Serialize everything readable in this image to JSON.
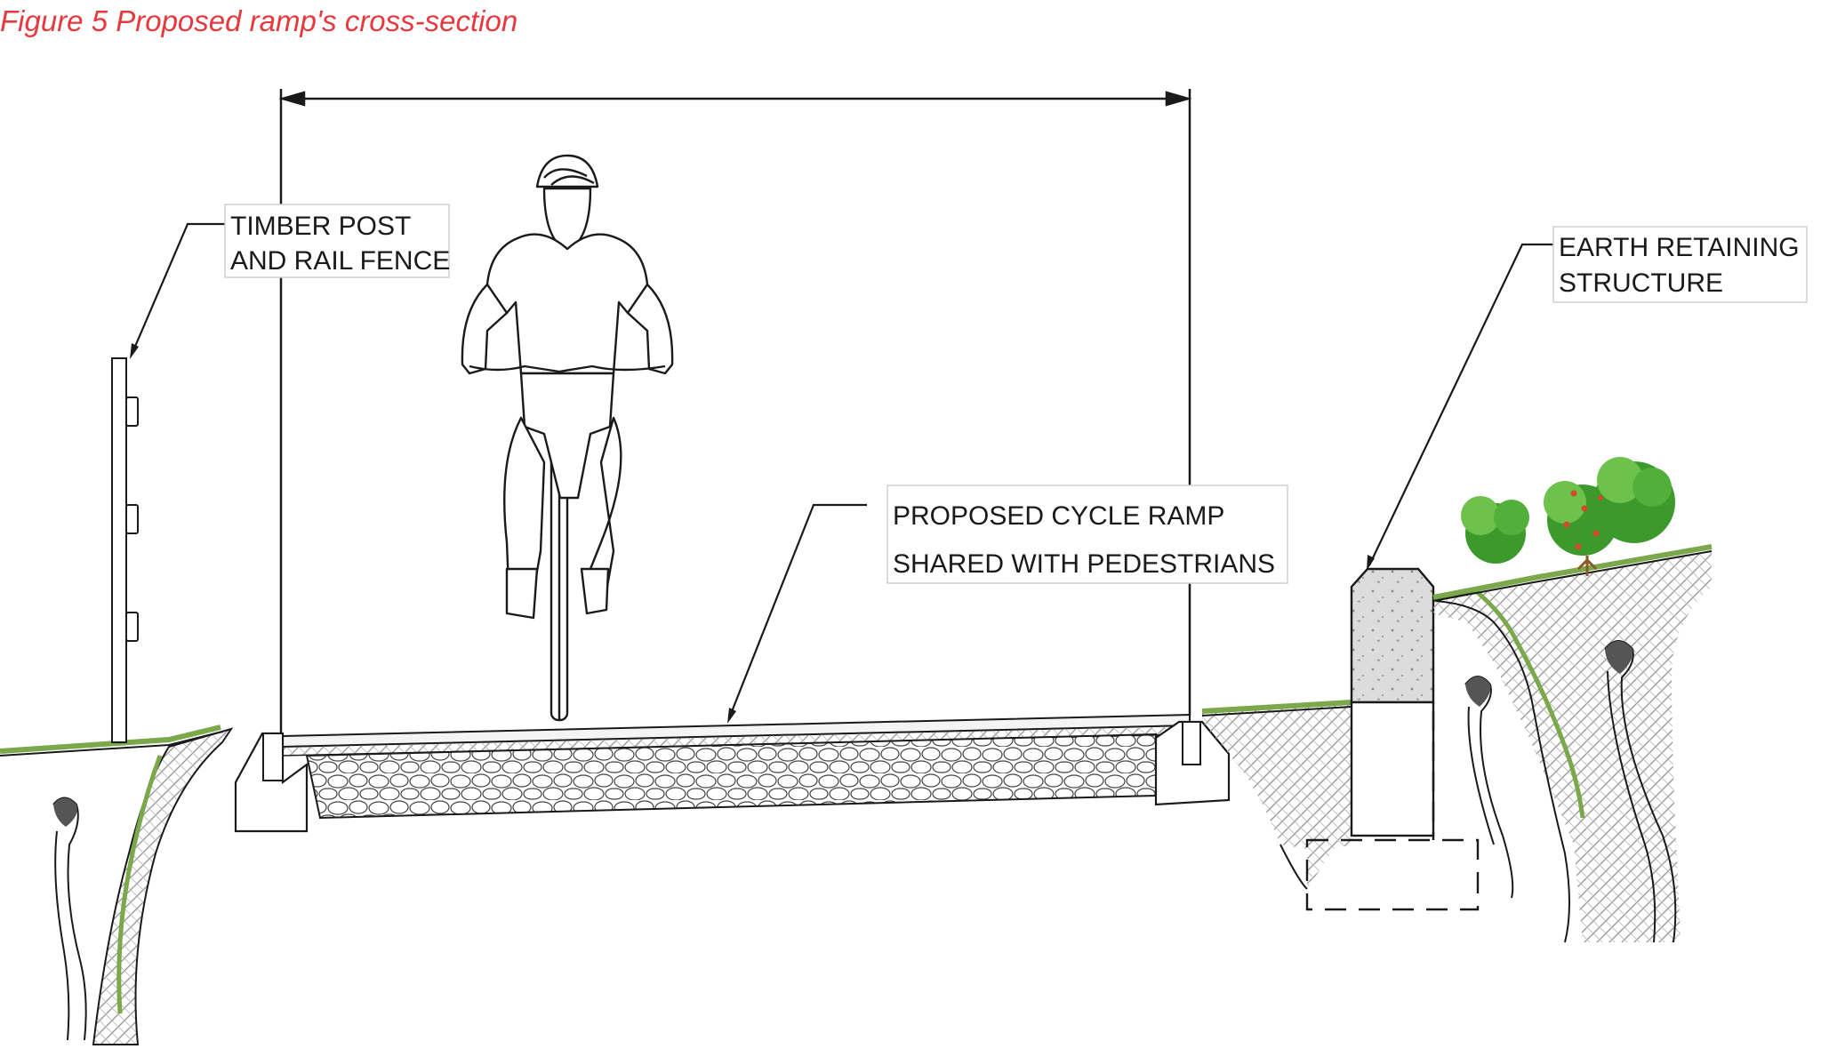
{
  "caption": {
    "text": "Figure 5 Proposed ramp's cross-section",
    "color": "#e8383d"
  },
  "labels": {
    "fence": [
      "TIMBER POST",
      "AND RAIL FENCE"
    ],
    "ramp": [
      "PROPOSED CYCLE RAMP",
      "SHARED WITH PEDESTRIANS"
    ],
    "retaining": [
      "EARTH RETAINING",
      "STRUCTURE"
    ]
  },
  "colors": {
    "line": "#1a1a1a",
    "grass": "#7aa84a",
    "bush": "#3c9a2c",
    "bush_light": "#6cc24a",
    "berry": "#d24a2a",
    "concrete": "#dcdcdc",
    "hatch": "#9a9a9a",
    "label_border": "#cfcfcf"
  },
  "icons": {
    "cyclist": "cyclist-icon",
    "fence": "fence-post-icon",
    "shrub": "shrub-icon"
  }
}
